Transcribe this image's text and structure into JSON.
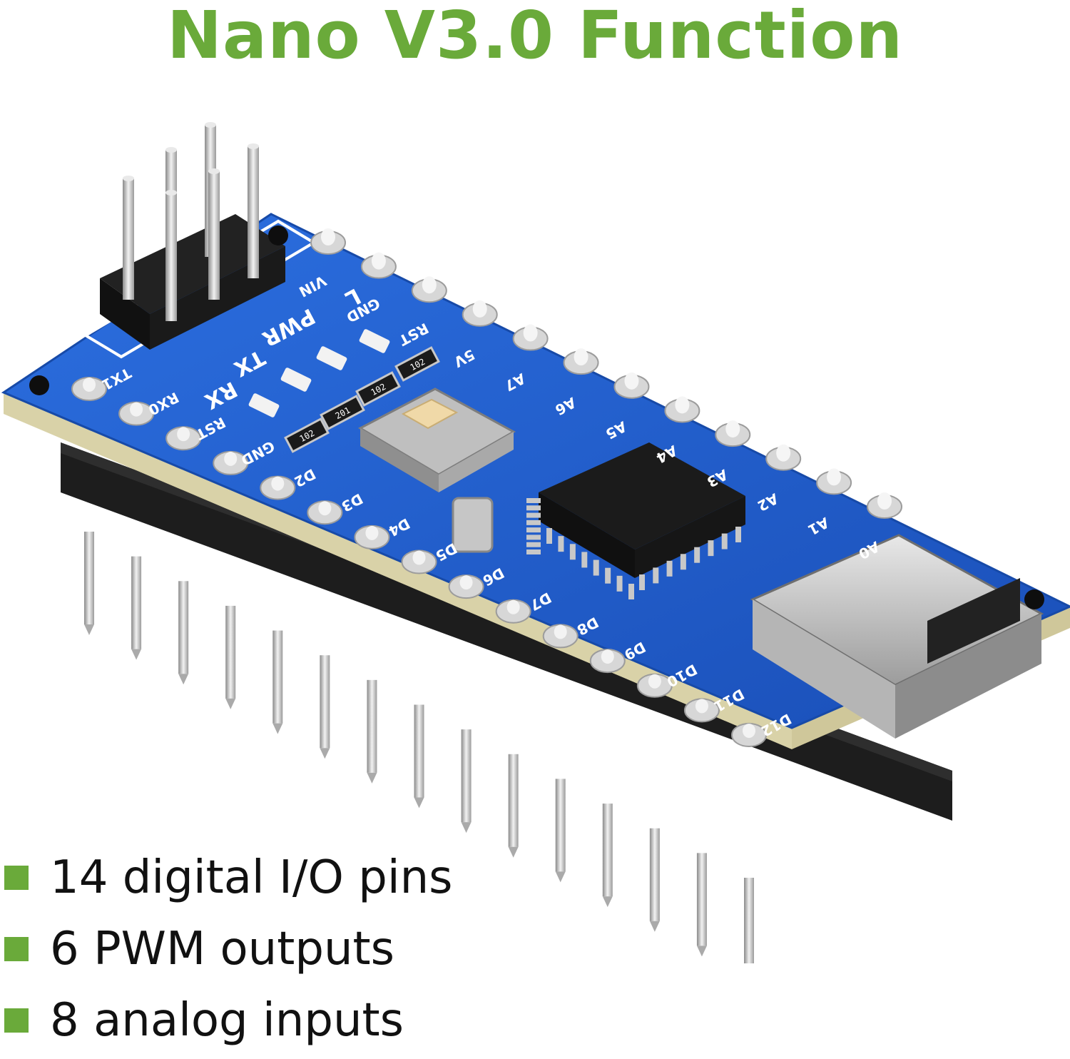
{
  "title": "Nano V3.0 Function",
  "colors": {
    "accent": "#6aaa3a",
    "pcb": "#1f5fd0",
    "text": "#111111"
  },
  "board": {
    "power_labels": [
      "PWR",
      "TX",
      "RX",
      "L"
    ],
    "top_header_labels": [
      "VIN",
      "GND",
      "RST",
      "5V",
      "A7",
      "A6",
      "A5",
      "A4",
      "A3",
      "A2",
      "A1",
      "A0"
    ],
    "bottom_header_labels": [
      "TX1",
      "RX0",
      "RST",
      "GND",
      "D2",
      "D3",
      "D4",
      "D5",
      "D6",
      "D7",
      "D8",
      "D9",
      "D10",
      "D11",
      "D12"
    ],
    "resistor_codes": [
      "102",
      "102",
      "201",
      "102"
    ]
  },
  "features": [
    {
      "text": "14 digital I/O pins"
    },
    {
      "text": "6 PWM outputs"
    },
    {
      "text": "8 analog inputs"
    }
  ]
}
